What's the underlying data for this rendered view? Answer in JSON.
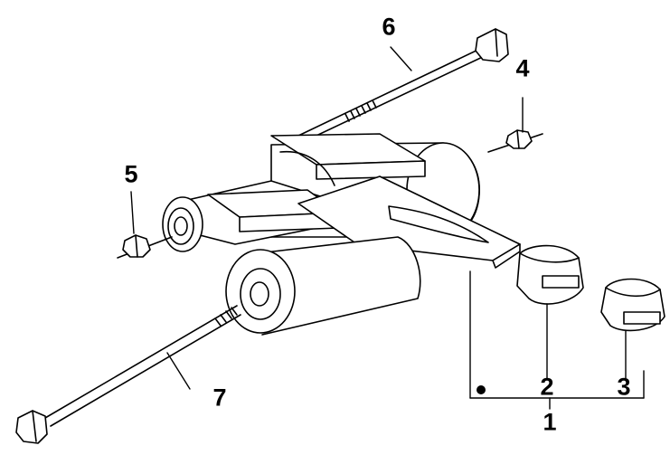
{
  "callouts": [
    {
      "id": "c1",
      "label": "1"
    },
    {
      "id": "c2",
      "label": "2"
    },
    {
      "id": "c3",
      "label": "3"
    },
    {
      "id": "c4",
      "label": "4"
    },
    {
      "id": "c5",
      "label": "5"
    },
    {
      "id": "c6",
      "label": "6"
    },
    {
      "id": "c7",
      "label": "7"
    }
  ],
  "colors": {
    "line": "#000000",
    "fill": "#ffffff",
    "background": "#ffffff"
  }
}
